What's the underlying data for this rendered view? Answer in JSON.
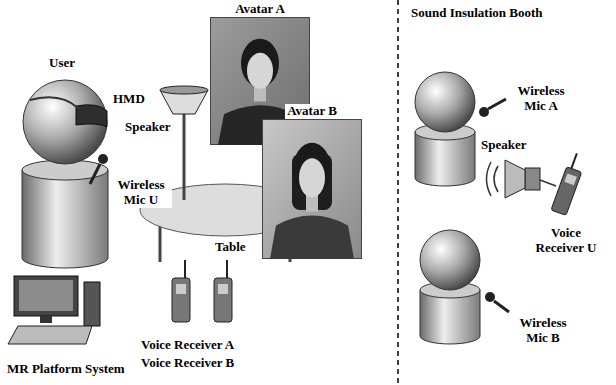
{
  "diagram": {
    "nodes": [
      {
        "text": [
          "Avatar A"
        ]
      },
      {
        "text": [
          "Avatar B"
        ]
      }
    ],
    "labels": [
      "User",
      "HMD",
      "Speaker",
      "Wireless Mic U",
      "Table",
      "MR Platform System",
      "Voice Receiver A",
      "Voice Receiver B",
      "Sound Insulation Booth",
      "Wireless Mic A",
      "Speaker",
      "Voice Receiver U",
      "Wireless Mic B"
    ]
  }
}
